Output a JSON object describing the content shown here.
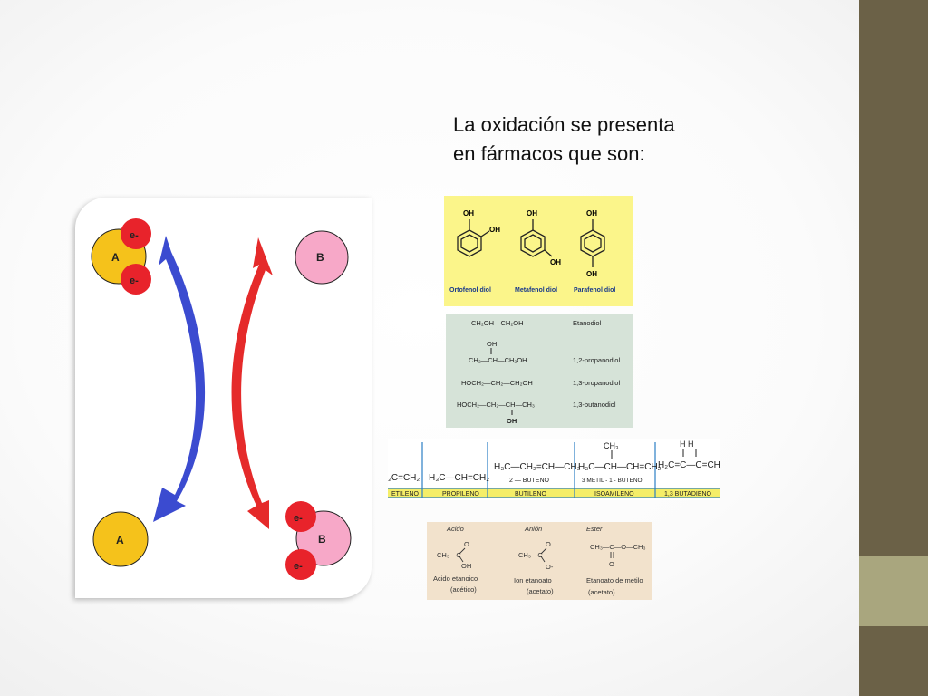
{
  "slide": {
    "title": "La oxidación se presenta en fármacos que son:",
    "colors": {
      "side_strip": "#6b6147",
      "side_accent": "#a9a67e"
    }
  },
  "redox": {
    "atom_a_label": "A",
    "atom_b_label": "B",
    "electron_label": "e-",
    "colors": {
      "atom_a": "#f5c21b",
      "atom_b": "#f7a8c8",
      "electron": "#e8232b",
      "arrow_oxidation": "#3b4bd0",
      "arrow_reduction": "#e52a2a"
    }
  },
  "diols": {
    "oh": "OH",
    "ortho": "Ortofenol diol",
    "meta": "Metafenol diol",
    "para": "Parafenol diol"
  },
  "glycols": {
    "oh": "OH",
    "f1": "CH₂OH—CH₂OH",
    "f2": "CH₂—CH—CH₂OH",
    "f3": "HOCH₂—CH₂—CH₂OH",
    "f4": "HOCH₂—CH₂—CH—CH₃",
    "n1": "Etanodiol",
    "n2": "1,2-propanodiol",
    "n3": "1,3-propanodiol",
    "n4": "1,3-butanodiol"
  },
  "alkenes": {
    "f_eti": "₂C=CH₂",
    "f_pro": "H₃C—CH=CH₂",
    "f_but": "H₃C—CH₂=CH—CH₃",
    "f_but_sub": "2 — BUTENO",
    "f_iso_top": "CH₃",
    "f_iso": "H₃C—CH—CH=CH₂",
    "f_iso_sub": "3 METIL - 1 - BUTENO",
    "f_bd_top": "H   H",
    "f_bd": "H₂C=C—C=CH₂",
    "n_eti": "ETILENO",
    "n_pro": "PROPILENO",
    "n_but": "BUTILENO",
    "n_iso": "ISOAMILENO",
    "n_bd": "1,3 BUTADIENO"
  },
  "acids": {
    "h_acid": "Acido",
    "h_anion": "Anión",
    "h_ester": "Ester",
    "o": "O",
    "oh": "OH",
    "om": "O-",
    "acid_f": "CH₃—C",
    "anion_f": "CH₃—C",
    "ester_f": "CH₃—C—O—CH₃",
    "acid_n1": "Acido etanoico",
    "acid_n2": "(acético)",
    "anion_n1": "Ion etanoato",
    "anion_n2": "(acetato)",
    "ester_n1": "Etanoato de metilo",
    "ester_n2": "(acetato)"
  }
}
